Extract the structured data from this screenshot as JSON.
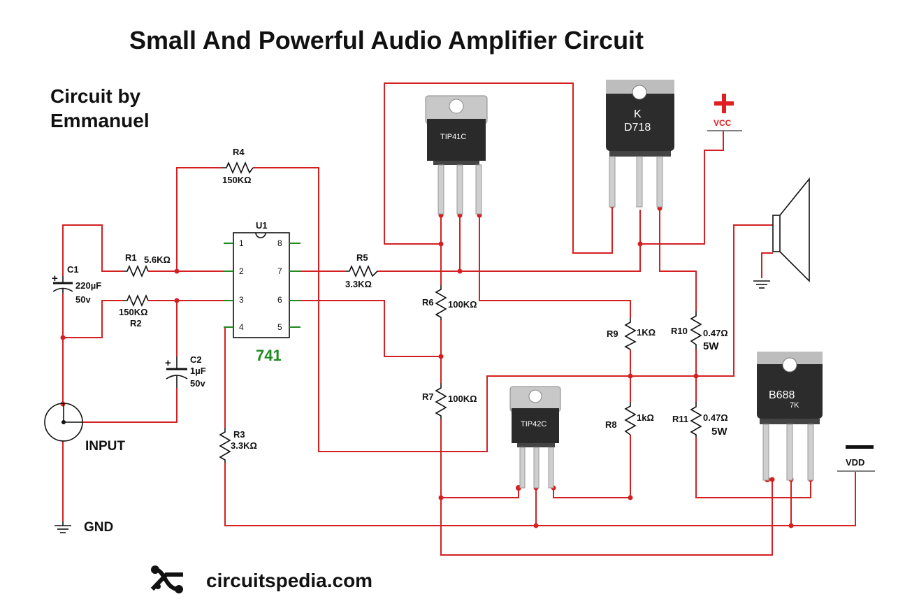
{
  "header": {
    "title": "Small And Powerful Audio Amplifier Circuit",
    "byline_line1": "Circuit by",
    "byline_line2": "Emmanuel"
  },
  "ic": {
    "ref": "U1",
    "part": "741",
    "pins": [
      "1",
      "2",
      "3",
      "4",
      "5",
      "6",
      "7",
      "8"
    ]
  },
  "resistors": {
    "r1": {
      "ref": "R1",
      "value": "5.6KΩ"
    },
    "r2": {
      "ref": "R2",
      "value": "150KΩ"
    },
    "r3": {
      "ref": "R3",
      "value": "3.3KΩ"
    },
    "r4": {
      "ref": "R4",
      "value": "150KΩ"
    },
    "r5": {
      "ref": "R5",
      "value": "3.3KΩ"
    },
    "r6": {
      "ref": "R6",
      "value": "100KΩ"
    },
    "r7": {
      "ref": "R7",
      "value": "100KΩ"
    },
    "r8": {
      "ref": "R8",
      "value": "1kΩ"
    },
    "r9": {
      "ref": "R9",
      "value": "1KΩ"
    },
    "r10": {
      "ref": "R10",
      "value": "0.47Ω",
      "power": "5W"
    },
    "r11": {
      "ref": "R11",
      "value": "0.47Ω",
      "power": "5W"
    }
  },
  "capacitors": {
    "c1": {
      "ref": "C1",
      "value": "220µF",
      "voltage": "50v",
      "polarity": "+"
    },
    "c2": {
      "ref": "C2",
      "value": "1µF",
      "voltage": "50v",
      "polarity": "+"
    }
  },
  "transistors": {
    "q1": {
      "marking": "TIP41C"
    },
    "q2": {
      "marking": "TIP42C"
    },
    "q3": {
      "marking_line1": "K",
      "marking_line2": "D718"
    },
    "q4": {
      "marking_line1": "B688",
      "marking_line2": "7K"
    }
  },
  "supply": {
    "vcc_label": "VCC",
    "vcc_symbol": "+",
    "vdd_label": "VDD"
  },
  "io": {
    "input_label": "INPUT",
    "gnd_label": "GND"
  },
  "footer": {
    "site": "circuitspedia.com"
  },
  "colors": {
    "wire": "#d42020",
    "ic_label": "#1f8a1f",
    "vcc": "#e02020",
    "package_body": "#2a2a2a",
    "tab_metal": "#c8c8c8"
  },
  "icons": [
    "circuitspedia-logo-icon",
    "speaker-icon",
    "ground-icon",
    "ac-source-icon"
  ]
}
